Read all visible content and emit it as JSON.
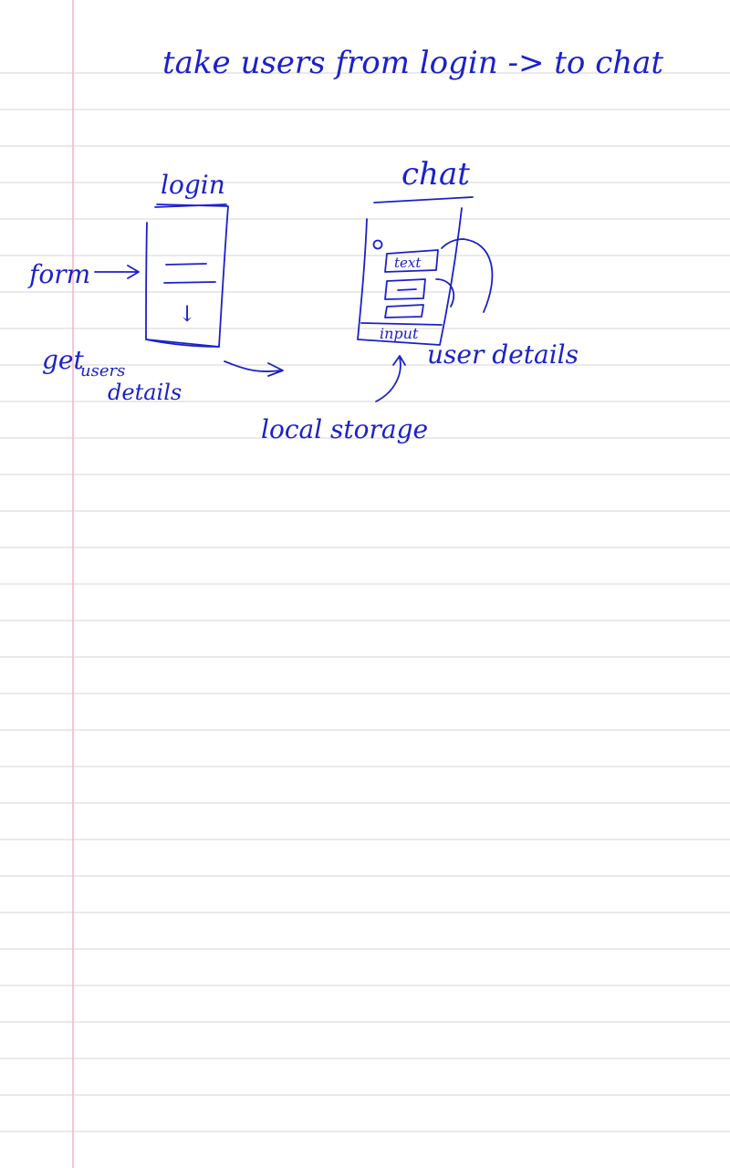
{
  "notes": {
    "heading": "take users from login -> to chat",
    "login_label": "login",
    "chat_label": "chat",
    "form_label": "form",
    "login_arrow_down": "↓",
    "get_label": "get",
    "users_label": "users",
    "details_label": "details",
    "text_label": "text",
    "input_label": "input",
    "avatar_circle": "o",
    "user_details_label": "user details",
    "local_storage_label": "local storage"
  },
  "colors": {
    "ink": "#1b21c9",
    "ruled_line": "#e3e3e3",
    "margin_line": "#f2b7c2",
    "paper": "#ffffff"
  }
}
